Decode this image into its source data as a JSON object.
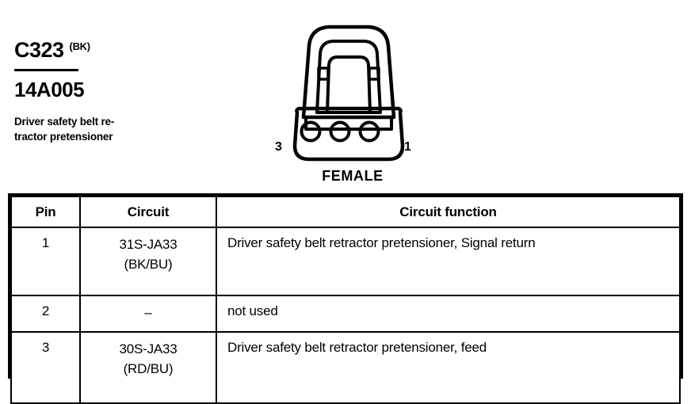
{
  "header": {
    "connector_id": "C323",
    "connector_color_code": "(BK)",
    "part_number": "14A005",
    "description_line_1": "Driver safety belt re-",
    "description_line_2": "tractor pretensioner"
  },
  "connector_figure": {
    "gender_label": "FEMALE",
    "pin_ref_left": "3",
    "pin_ref_right": "1",
    "cavity_count": 3,
    "view_type": "connector-face-view"
  },
  "table": {
    "columns": [
      "Pin",
      "Circuit",
      "Circuit function"
    ],
    "rows": [
      {
        "pin": "1",
        "circuit_code": "31S-JA33",
        "circuit_color": "(BK/BU)",
        "function": "Driver safety belt retractor pretensioner, Signal return"
      },
      {
        "pin": "2",
        "circuit_code": "–",
        "circuit_color": "",
        "function": "not used"
      },
      {
        "pin": "3",
        "circuit_code": "30S-JA33",
        "circuit_color": "(RD/BU)",
        "function": "Driver safety belt retractor pretensioner, feed"
      }
    ]
  },
  "colors": {
    "ink": "#000000",
    "background": "#ffffff"
  }
}
